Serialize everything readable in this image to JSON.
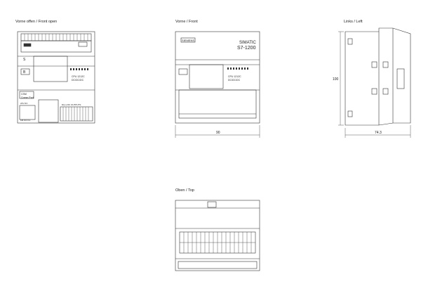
{
  "views": {
    "front_open": "Vorne offen / Front open",
    "front": "Vorne / Front",
    "left": "Links / Left",
    "top": "Oben / Top"
  },
  "front_open_panel": {
    "module_label": "CPU 1212C",
    "order_label": "DC/DC/DC",
    "ports_label": "CSM",
    "ports_sublabel": "Comm Port",
    "marker_s": "S",
    "marker_b": "B",
    "bottom_label": "24V DC",
    "bottom_label2": "1M 0.0 0.1",
    "bottom_right_label": "DQ a DC OUTPUTS"
  },
  "front_panel": {
    "brand_badge": "SIEMENS",
    "product_name": "SIMATIC",
    "product_model": "S7-1200",
    "cpu_label": "CPU 1212C",
    "cpu_sub": "DC/DC/DC"
  },
  "dimensions": {
    "front_width": "90",
    "side_height": "100",
    "side_depth": "74.3"
  }
}
